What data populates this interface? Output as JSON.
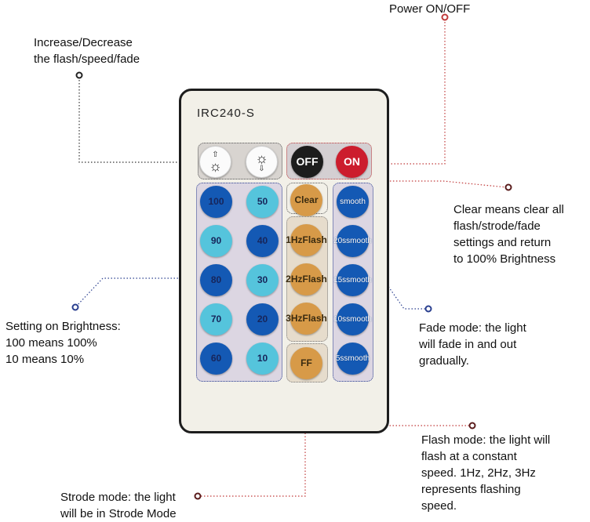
{
  "remote": {
    "model": "IRC240-S",
    "power": {
      "off_label": "OFF",
      "on_label": "ON"
    },
    "brightness_up_icon": "sun-up-icon",
    "brightness_down_icon": "sun-down-icon",
    "brightness_buttons": [
      "100",
      "50",
      "90",
      "40",
      "80",
      "30",
      "70",
      "20",
      "60",
      "10"
    ],
    "clear_label": "Clear",
    "flash_buttons": [
      {
        "line1": "1Hz",
        "line2": "Flash"
      },
      {
        "line1": "2Hz",
        "line2": "Flash"
      },
      {
        "line1": "3Hz",
        "line2": "Flash"
      }
    ],
    "strobe_label": "FF",
    "smooth_buttons": [
      {
        "line1": "smooth",
        "line2": ""
      },
      {
        "line1": "20s",
        "line2": "smooth"
      },
      {
        "line1": "15s",
        "line2": "smooth"
      },
      {
        "line1": "10s",
        "line2": "smooth"
      },
      {
        "line1": "5s",
        "line2": "smooth"
      }
    ]
  },
  "annotations": {
    "power": "Power ON/OFF",
    "increase_decrease": "Increase/Decrease\nthe flash/speed/fade",
    "clear": "Clear means clear all\nflash/strode/fade\nsettings and return\nto 100% Brightness",
    "brightness": "Setting on Brightness:\n100 means 100%\n10  means 10%",
    "fade": "Fade mode: the light\nwill fade in and out\n gradually.",
    "flash": "Flash mode: the light will\nflash at a constant\nspeed. 1Hz, 2Hz, 3Hz\nrepresents flashing\nspeed.",
    "strobe": "Strode mode: the light\nwill be in Strode Mode"
  },
  "colors": {
    "dark_blue": "#1459b4",
    "light_blue": "#55c4dc",
    "orange": "#d79a48",
    "red": "#cc1d2d",
    "black": "#1c1c1c",
    "leader_red": "#c03a3a",
    "leader_navy": "#2a3f8f"
  }
}
